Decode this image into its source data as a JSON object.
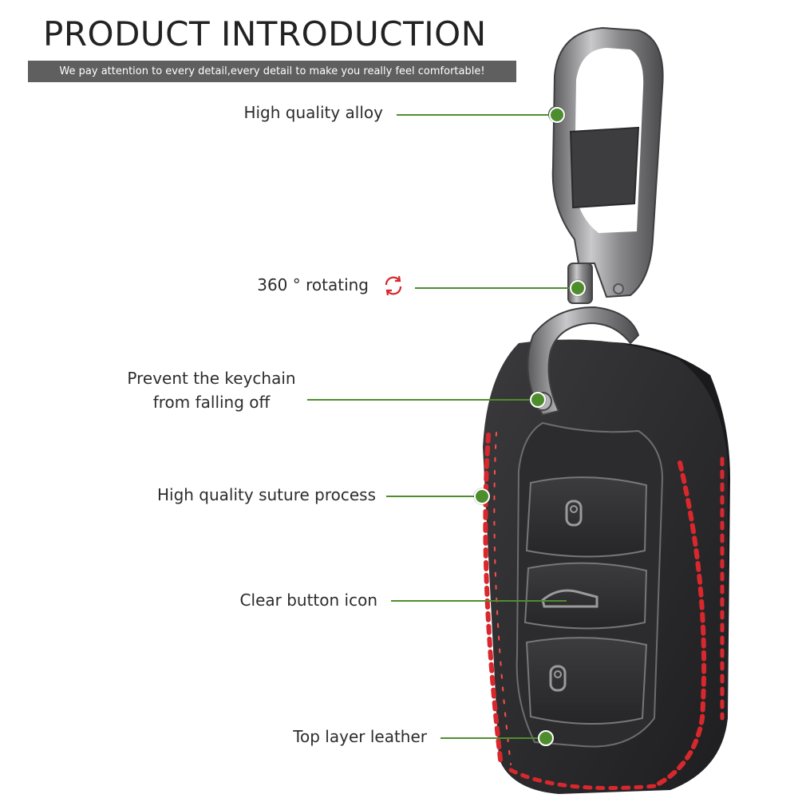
{
  "header": {
    "title": "PRODUCT INTRODUCTION",
    "subtitle": "We pay attention to every detail,every detail to make you really feel comfortable!"
  },
  "features": {
    "alloy": "High quality alloy",
    "rotating": "360 ° rotating",
    "prevent_line1": "Prevent the keychain",
    "prevent_line2": "from falling off",
    "suture": "High quality suture process",
    "button_icon": "Clear button icon",
    "leather": "Top layer leather"
  },
  "colors": {
    "accent_green": "#4e8d2e",
    "stitch_red": "#d8282d",
    "banner_gray": "#5f5f5f"
  },
  "icons": {
    "rotate": "rotate-icon"
  }
}
